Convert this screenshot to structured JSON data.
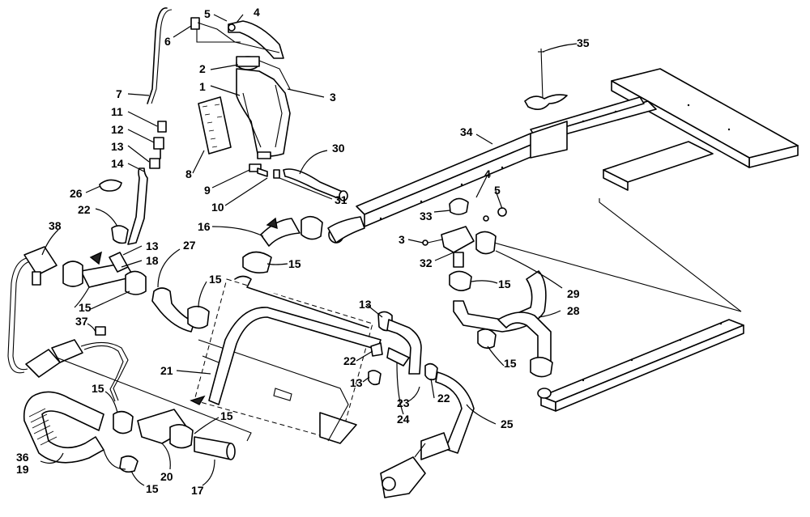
{
  "callouts": [
    {
      "id": "c5a",
      "text": "5"
    },
    {
      "id": "c4a",
      "text": "4"
    },
    {
      "id": "c6",
      "text": "6"
    },
    {
      "id": "c2",
      "text": "2"
    },
    {
      "id": "c1",
      "text": "1"
    },
    {
      "id": "c3a",
      "text": "3"
    },
    {
      "id": "c7",
      "text": "7"
    },
    {
      "id": "c11",
      "text": "11"
    },
    {
      "id": "c12",
      "text": "12"
    },
    {
      "id": "c13a",
      "text": "13"
    },
    {
      "id": "c14",
      "text": "14"
    },
    {
      "id": "c8",
      "text": "8"
    },
    {
      "id": "c9",
      "text": "9"
    },
    {
      "id": "c10",
      "text": "10"
    },
    {
      "id": "c26",
      "text": "26"
    },
    {
      "id": "c30",
      "text": "30"
    },
    {
      "id": "c31",
      "text": "31"
    },
    {
      "id": "c22a",
      "text": "22"
    },
    {
      "id": "c16",
      "text": "16"
    },
    {
      "id": "c38",
      "text": "38"
    },
    {
      "id": "c13b",
      "text": "13"
    },
    {
      "id": "c18",
      "text": "18"
    },
    {
      "id": "c27",
      "text": "27"
    },
    {
      "id": "c15a",
      "text": "15"
    },
    {
      "id": "c15b",
      "text": "15"
    },
    {
      "id": "c15c",
      "text": "15"
    },
    {
      "id": "c37",
      "text": "37"
    },
    {
      "id": "c21",
      "text": "21"
    },
    {
      "id": "c15d",
      "text": "15"
    },
    {
      "id": "c15e",
      "text": "15"
    },
    {
      "id": "c36",
      "text": "36"
    },
    {
      "id": "c19",
      "text": "19"
    },
    {
      "id": "c15f",
      "text": "15"
    },
    {
      "id": "c20",
      "text": "20"
    },
    {
      "id": "c17",
      "text": "17"
    },
    {
      "id": "c35",
      "text": "35"
    },
    {
      "id": "c34",
      "text": "34"
    },
    {
      "id": "c4b",
      "text": "4"
    },
    {
      "id": "c5b",
      "text": "5"
    },
    {
      "id": "c33",
      "text": "33"
    },
    {
      "id": "c3b",
      "text": "3"
    },
    {
      "id": "c32",
      "text": "32"
    },
    {
      "id": "c15g",
      "text": "15"
    },
    {
      "id": "c29",
      "text": "29"
    },
    {
      "id": "c28",
      "text": "28"
    },
    {
      "id": "c15h",
      "text": "15"
    },
    {
      "id": "c13c",
      "text": "13"
    },
    {
      "id": "c22b",
      "text": "22"
    },
    {
      "id": "c13d",
      "text": "13"
    },
    {
      "id": "c23",
      "text": "23"
    },
    {
      "id": "c22c",
      "text": "22"
    },
    {
      "id": "c24",
      "text": "24"
    },
    {
      "id": "c25",
      "text": "25"
    }
  ]
}
